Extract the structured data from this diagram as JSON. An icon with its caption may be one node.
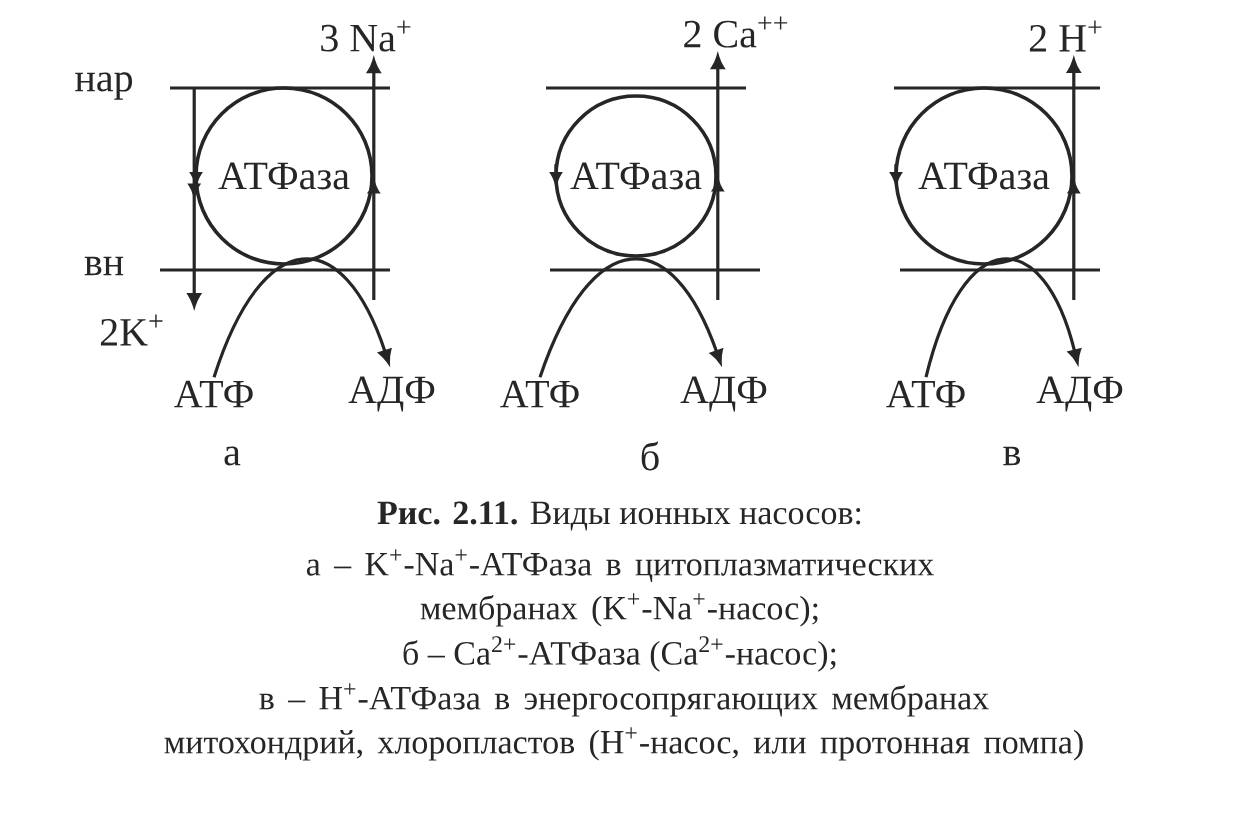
{
  "diagram": {
    "caption": "**Рис. 2.11.** Виды ионных насосов:",
    "nodes": [
      {
        "text": [
          "3 Na$^{+}$"
        ]
      },
      {
        "text": [
          "2 Ca$^{++}$"
        ]
      },
      {
        "text": [
          "2 H$^{+}$"
        ]
      },
      {
        "text": [
          "АТФаза"
        ]
      },
      {
        "text": [
          "АТФаза"
        ]
      },
      {
        "text": [
          "АТФаза"
        ]
      },
      {
        "text": [
          "2K$^{+}$"
        ]
      },
      {
        "text": [
          "АТФ"
        ]
      },
      {
        "text": [
          "АДФ"
        ]
      },
      {
        "text": [
          "АТФ"
        ]
      },
      {
        "text": [
          "АДФ"
        ]
      },
      {
        "text": [
          "АТФ"
        ]
      },
      {
        "text": [
          "АДФ"
        ]
      }
    ],
    "edges": [
      {
        "from": null,
        "to": 0,
        "arrow": "to"
      },
      {
        "from": null,
        "to": 6,
        "arrow": "to"
      },
      {
        "from": 7,
        "to": 8,
        "arrow": "to"
      },
      {
        "from": null,
        "to": 1,
        "arrow": "to"
      },
      {
        "from": 9,
        "to": 10,
        "arrow": "to"
      },
      {
        "from": null,
        "to": 2,
        "arrow": "to"
      },
      {
        "from": 11,
        "to": 12,
        "arrow": "to"
      }
    ],
    "labels": [
      "нар",
      "вн",
      "а",
      "б",
      "в",
      "а – K$^{+}$-Na$^{+}$-АТФаза в цитоплазматических мембранах (K$^{+}$-Na$^{+}$-насос);",
      "б – Ca$^{2+}$-АТФаза (Ca$^{2+}$-насос);",
      "в – H$^{+}$-АТФаза в энергосопрягающих мембранах митохондрий, хлоропластов (H$^{+}$-насос, или протонная помпа)"
    ]
  }
}
